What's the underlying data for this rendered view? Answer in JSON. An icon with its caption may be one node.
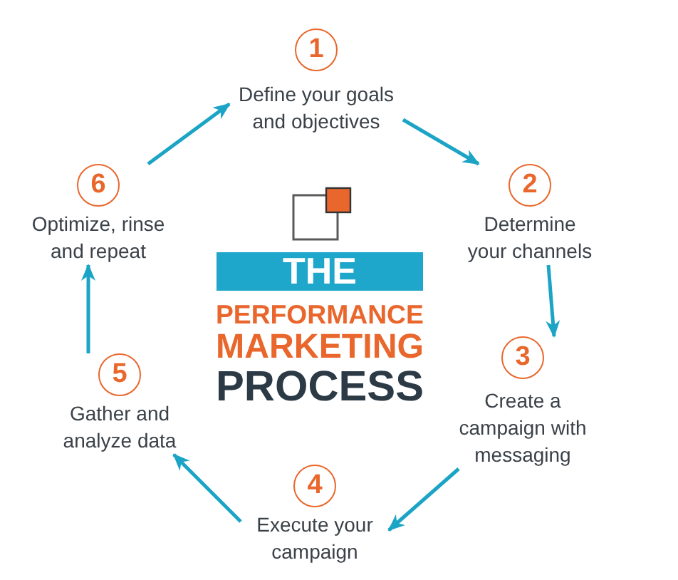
{
  "diagram": {
    "title": "THE PERFORMANCE MARKETING PROCESS",
    "nodes": [
      {
        "text": [
          "1",
          "Define your goals and objectives"
        ]
      },
      {
        "text": [
          "2",
          "Determine your channels"
        ]
      },
      {
        "text": [
          "3",
          "Create a campaign with messaging"
        ]
      },
      {
        "text": [
          "4",
          "Execute your campaign"
        ]
      },
      {
        "text": [
          "5",
          "Gather and analyze data"
        ]
      },
      {
        "text": [
          "6",
          "Optimize, rinse and repeat"
        ]
      }
    ],
    "edges": [
      {
        "from": 0,
        "to": 1,
        "arrow": "to"
      },
      {
        "from": 1,
        "to": 2,
        "arrow": "to"
      },
      {
        "from": 2,
        "to": 3,
        "arrow": "to"
      },
      {
        "from": 3,
        "to": 4,
        "arrow": "to"
      },
      {
        "from": 4,
        "to": 5,
        "arrow": "to"
      },
      {
        "from": 5,
        "to": 0,
        "arrow": "to"
      }
    ]
  }
}
